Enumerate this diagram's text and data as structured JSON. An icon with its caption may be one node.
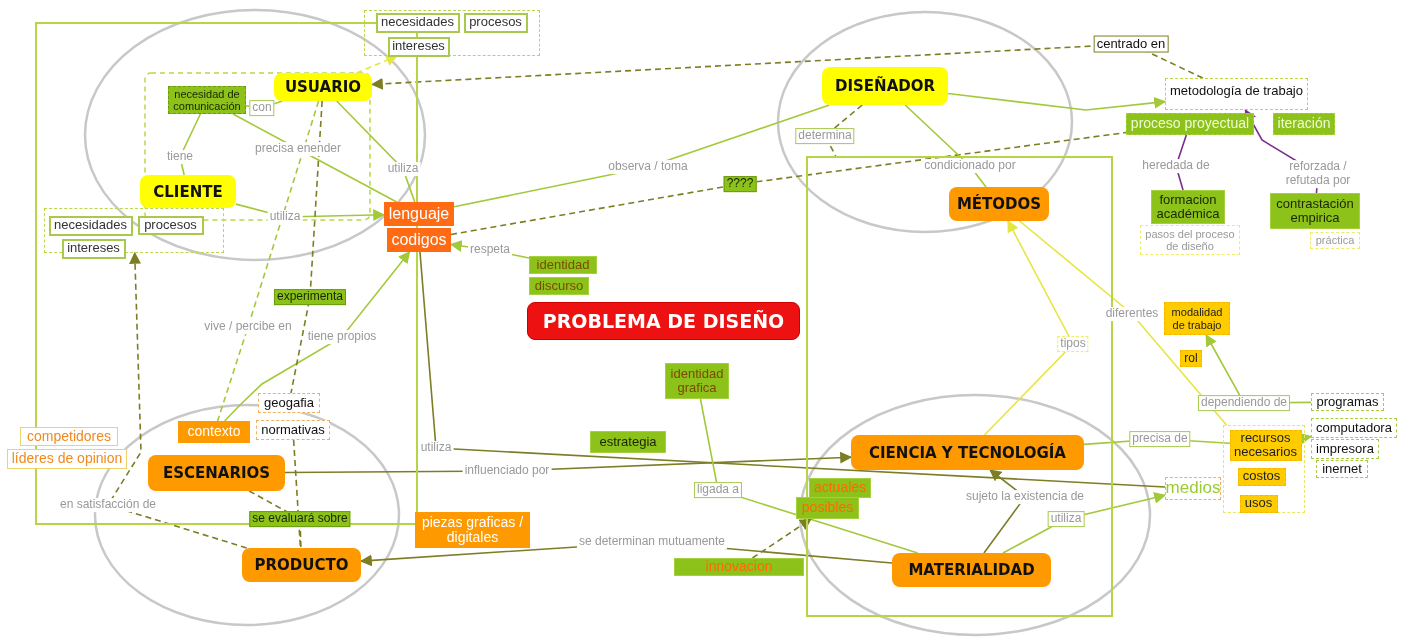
{
  "diagram": {
    "nodes": [
      {
        "text": [],
        "shape": "box"
      },
      {
        "text": [],
        "shape": "box"
      },
      {
        "text": [
          "necesidades"
        ],
        "in": 1
      },
      {
        "text": [
          "procesos"
        ],
        "in": 1
      },
      {
        "text": [
          "intereses"
        ],
        "in": 1
      },
      {
        "text": [
          "USUARIO"
        ],
        "in": 0
      },
      {
        "text": [
          "necesidad de comunicación"
        ],
        "in": 0
      },
      {
        "text": [
          "CLIENTE"
        ],
        "in": 0
      },
      {
        "text": [],
        "shape": "box",
        "in": 0
      },
      {
        "text": [
          "necesidades"
        ],
        "in": 8
      },
      {
        "text": [
          "procesos"
        ],
        "in": 8
      },
      {
        "text": [
          "intereses"
        ],
        "in": 8
      },
      {
        "text": [
          "lenguaje"
        ]
      },
      {
        "text": [
          "codigos"
        ]
      },
      {
        "text": [
          "DISEÑADOR"
        ]
      },
      {
        "text": [
          "metodología de trabajo"
        ]
      },
      {
        "text": [
          "proceso proyectual"
        ]
      },
      {
        "text": [
          "iteración"
        ]
      },
      {
        "text": [],
        "shape": "box"
      },
      {
        "text": [
          "MÉTODOS"
        ],
        "in": 18
      },
      {
        "text": [
          "formacion académica"
        ]
      },
      {
        "text": [
          "pasos del proceso de diseño"
        ]
      },
      {
        "text": [
          "contrastación empirica"
        ]
      },
      {
        "text": [
          "práctica"
        ]
      },
      {
        "text": [
          "identidad"
        ]
      },
      {
        "text": [
          "discurso"
        ]
      },
      {
        "text": [
          "PROBLEMA DE DISEÑO"
        ]
      },
      {
        "text": [
          "modalidad de trabajo"
        ]
      },
      {
        "text": [
          "rol"
        ]
      },
      {
        "text": [
          "identidad grafica"
        ]
      },
      {
        "text": [
          "geogafia"
        ],
        "in": 0
      },
      {
        "text": [
          "programas"
        ]
      },
      {
        "text": [
          "competidores"
        ]
      },
      {
        "text": [
          "contexto"
        ],
        "in": 0
      },
      {
        "text": [
          "normativas"
        ],
        "in": 0
      },
      {
        "text": [
          "estrategia"
        ]
      },
      {
        "text": [
          "CIENCIA Y TECNOLOGÍA"
        ],
        "in": 18
      },
      {
        "text": [],
        "shape": "box"
      },
      {
        "text": [
          "recursos necesarios"
        ],
        "in": 37
      },
      {
        "text": [
          "computadora"
        ]
      },
      {
        "text": [
          "impresora"
        ]
      },
      {
        "text": [
          "inernet"
        ]
      },
      {
        "text": [
          "líderes de opinion"
        ]
      },
      {
        "text": [
          "ESCENARIOS"
        ],
        "in": 0
      },
      {
        "text": [
          "costos"
        ],
        "in": 37
      },
      {
        "text": [
          "medios"
        ]
      },
      {
        "text": [
          "actuales"
        ],
        "in": 18
      },
      {
        "text": [
          "usos"
        ],
        "in": 37
      },
      {
        "text": [
          "posibles"
        ]
      },
      {
        "text": [
          "piezas graficas / digitales"
        ]
      },
      {
        "text": [
          "PRODUCTO"
        ]
      },
      {
        "text": [
          "MATERIALIDAD"
        ],
        "in": 18
      },
      {
        "text": [
          "innovacion"
        ]
      }
    ],
    "edges": [
      {
        "from": 6,
        "to": 5,
        "arrow": "none",
        "label": "con"
      },
      {
        "from": 7,
        "to": 6,
        "arrow": "none",
        "label": "tiene"
      },
      {
        "from": 6,
        "to": 12,
        "arrow": "none",
        "label": "precisa enender"
      },
      {
        "from": 5,
        "to": 12,
        "arrow": "none",
        "label": "utiliza"
      },
      {
        "from": 7,
        "to": 12,
        "arrow": "to",
        "label": "utiliza"
      },
      {
        "from": 15,
        "to": 5,
        "arrow": "to",
        "label": "centrado en",
        "style": "dashed",
        "color": "#7d7d24"
      },
      {
        "from": 5,
        "to": 1,
        "arrow": "to",
        "style": "dashed",
        "color": "#e6e640"
      },
      {
        "from": 14,
        "to": 12,
        "arrow": "none",
        "label": "observa / toma"
      },
      {
        "from": 13,
        "to": 16,
        "arrow": "none",
        "label": "????",
        "style": "dashed",
        "color": "#7d7d24"
      },
      {
        "from": 14,
        "to": 15,
        "arrow": "to"
      },
      {
        "from": 14,
        "to": 19,
        "arrow": "none",
        "label": "condicionado por"
      },
      {
        "from": 14,
        "to": 18,
        "arrow": "none",
        "label": "determina",
        "style": "dashed",
        "color": "#7d7d24"
      },
      {
        "from": 24,
        "to": 13,
        "arrow": "to",
        "label": "respeta"
      },
      {
        "from": 33,
        "to": 13,
        "arrow": "to",
        "label": "tiene propios"
      },
      {
        "from": 5,
        "to": 33,
        "arrow": "none",
        "label": "vive / percibe en",
        "style": "dashed"
      },
      {
        "from": 5,
        "to": 30,
        "arrow": "none",
        "label": "experimenta",
        "style": "dashed",
        "color": "#7d7d24"
      },
      {
        "from": 43,
        "to": 50,
        "arrow": "none",
        "label": "se evaluará sobre",
        "style": "dashed",
        "color": "#7d7d24"
      },
      {
        "from": 34,
        "to": 50,
        "arrow": "none",
        "style": "dashed",
        "color": "#7d7d24"
      },
      {
        "from": 50,
        "to": 8,
        "arrow": "to",
        "label": "en satisfacción de",
        "style": "dashed",
        "color": "#7d7d24"
      },
      {
        "from": 13,
        "to": 45,
        "arrow": "none",
        "label": "utiliza",
        "color": "#7d7d24"
      },
      {
        "from": 43,
        "to": 36,
        "arrow": "to",
        "label": "influenciado por",
        "color": "#7d7d24"
      },
      {
        "from": 51,
        "to": 36,
        "arrow": "to",
        "label": "sujeto la existencia de",
        "color": "#7d7d24"
      },
      {
        "from": 51,
        "to": 45,
        "arrow": "to",
        "label": "utiliza"
      },
      {
        "from": 36,
        "to": 38,
        "arrow": "none",
        "label": "precisa de"
      },
      {
        "from": 36,
        "to": 19,
        "arrow": "to",
        "label": "tipos",
        "color": "#e6e640"
      },
      {
        "from": 37,
        "to": 19,
        "arrow": "none",
        "label": "diferentes",
        "color": "#e6e640"
      },
      {
        "from": 31,
        "to": 27,
        "arrow": "to",
        "label": "dependiendo de"
      },
      {
        "from": 38,
        "to": 39,
        "arrow": "to"
      },
      {
        "from": 20,
        "to": 16,
        "arrow": "none",
        "label": "heredada de",
        "color": "#7b2c8c"
      },
      {
        "from": 22,
        "to": 15,
        "arrow": "to",
        "label": "reforzada / refutada por",
        "color": "#7b2c8c"
      },
      {
        "from": 51,
        "to": 50,
        "arrow": "to",
        "label": "se determinan mutuamente",
        "color": "#7d7d24"
      },
      {
        "from": 29,
        "to": 51,
        "arrow": "none",
        "label": "ligada a"
      },
      {
        "from": 52,
        "to": 48,
        "arrow": "to",
        "style": "dashed",
        "color": "#7d7d24"
      }
    ]
  }
}
